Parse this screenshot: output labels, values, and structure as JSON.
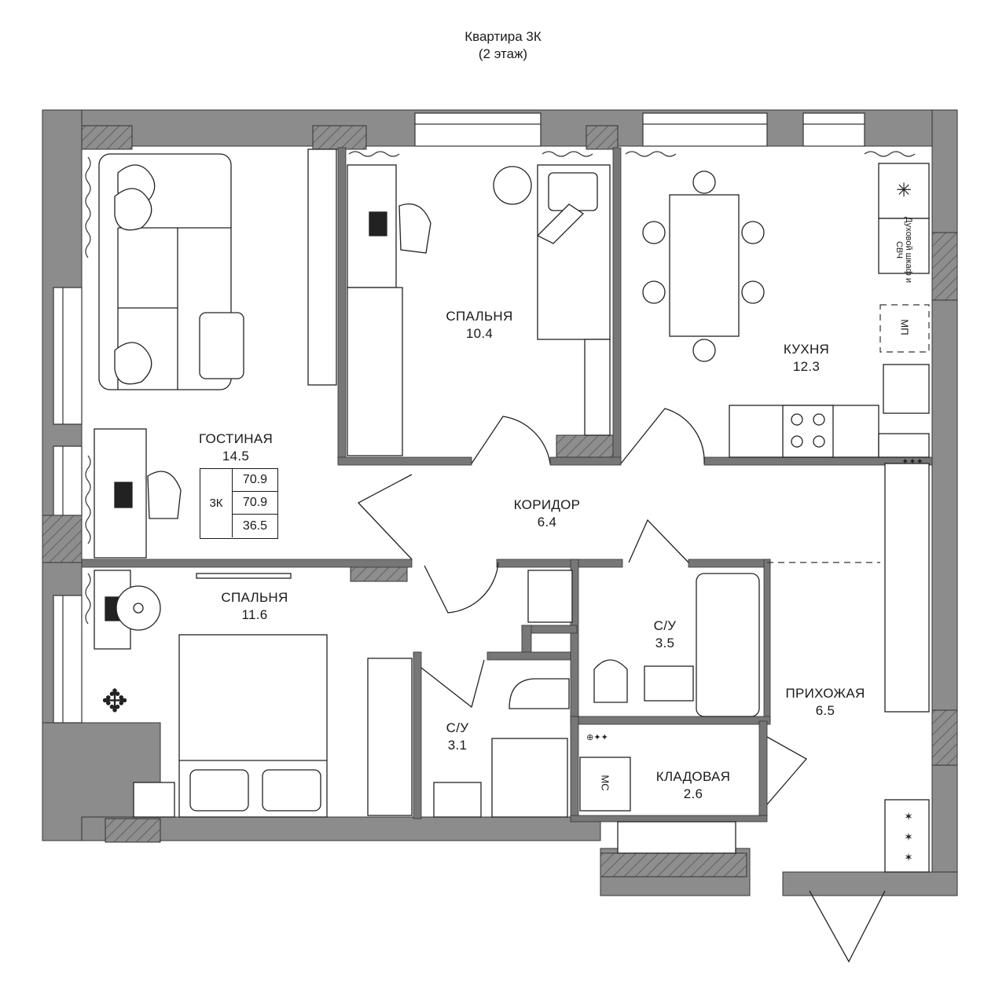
{
  "header": {
    "title": "Квартира 3К",
    "floor": "(2 этаж)"
  },
  "rooms": {
    "living": {
      "name": "ГОСТИНАЯ",
      "area": "14.5"
    },
    "bedroom_top": {
      "name": "СПАЛЬНЯ",
      "area": "10.4"
    },
    "kitchen": {
      "name": "КУХНЯ",
      "area": "12.3"
    },
    "corridor": {
      "name": "КОРИДОР",
      "area": "6.4"
    },
    "bedroom_bottom": {
      "name": "СПАЛЬНЯ",
      "area": "11.6"
    },
    "bath_1": {
      "name": "С/У",
      "area": "3.5"
    },
    "bath_2": {
      "name": "С/У",
      "area": "3.1"
    },
    "hallway": {
      "name": "ПРИХОЖАЯ",
      "area": "6.5"
    },
    "storage": {
      "name": "КЛАДОВАЯ",
      "area": "2.6"
    }
  },
  "area_table": {
    "type": "3К",
    "values": [
      "70.9",
      "70.9",
      "36.5"
    ]
  },
  "equipment": {
    "oven": "Духовой шкаф и СВЧ",
    "dishwasher": "МП",
    "washer": "МС"
  }
}
